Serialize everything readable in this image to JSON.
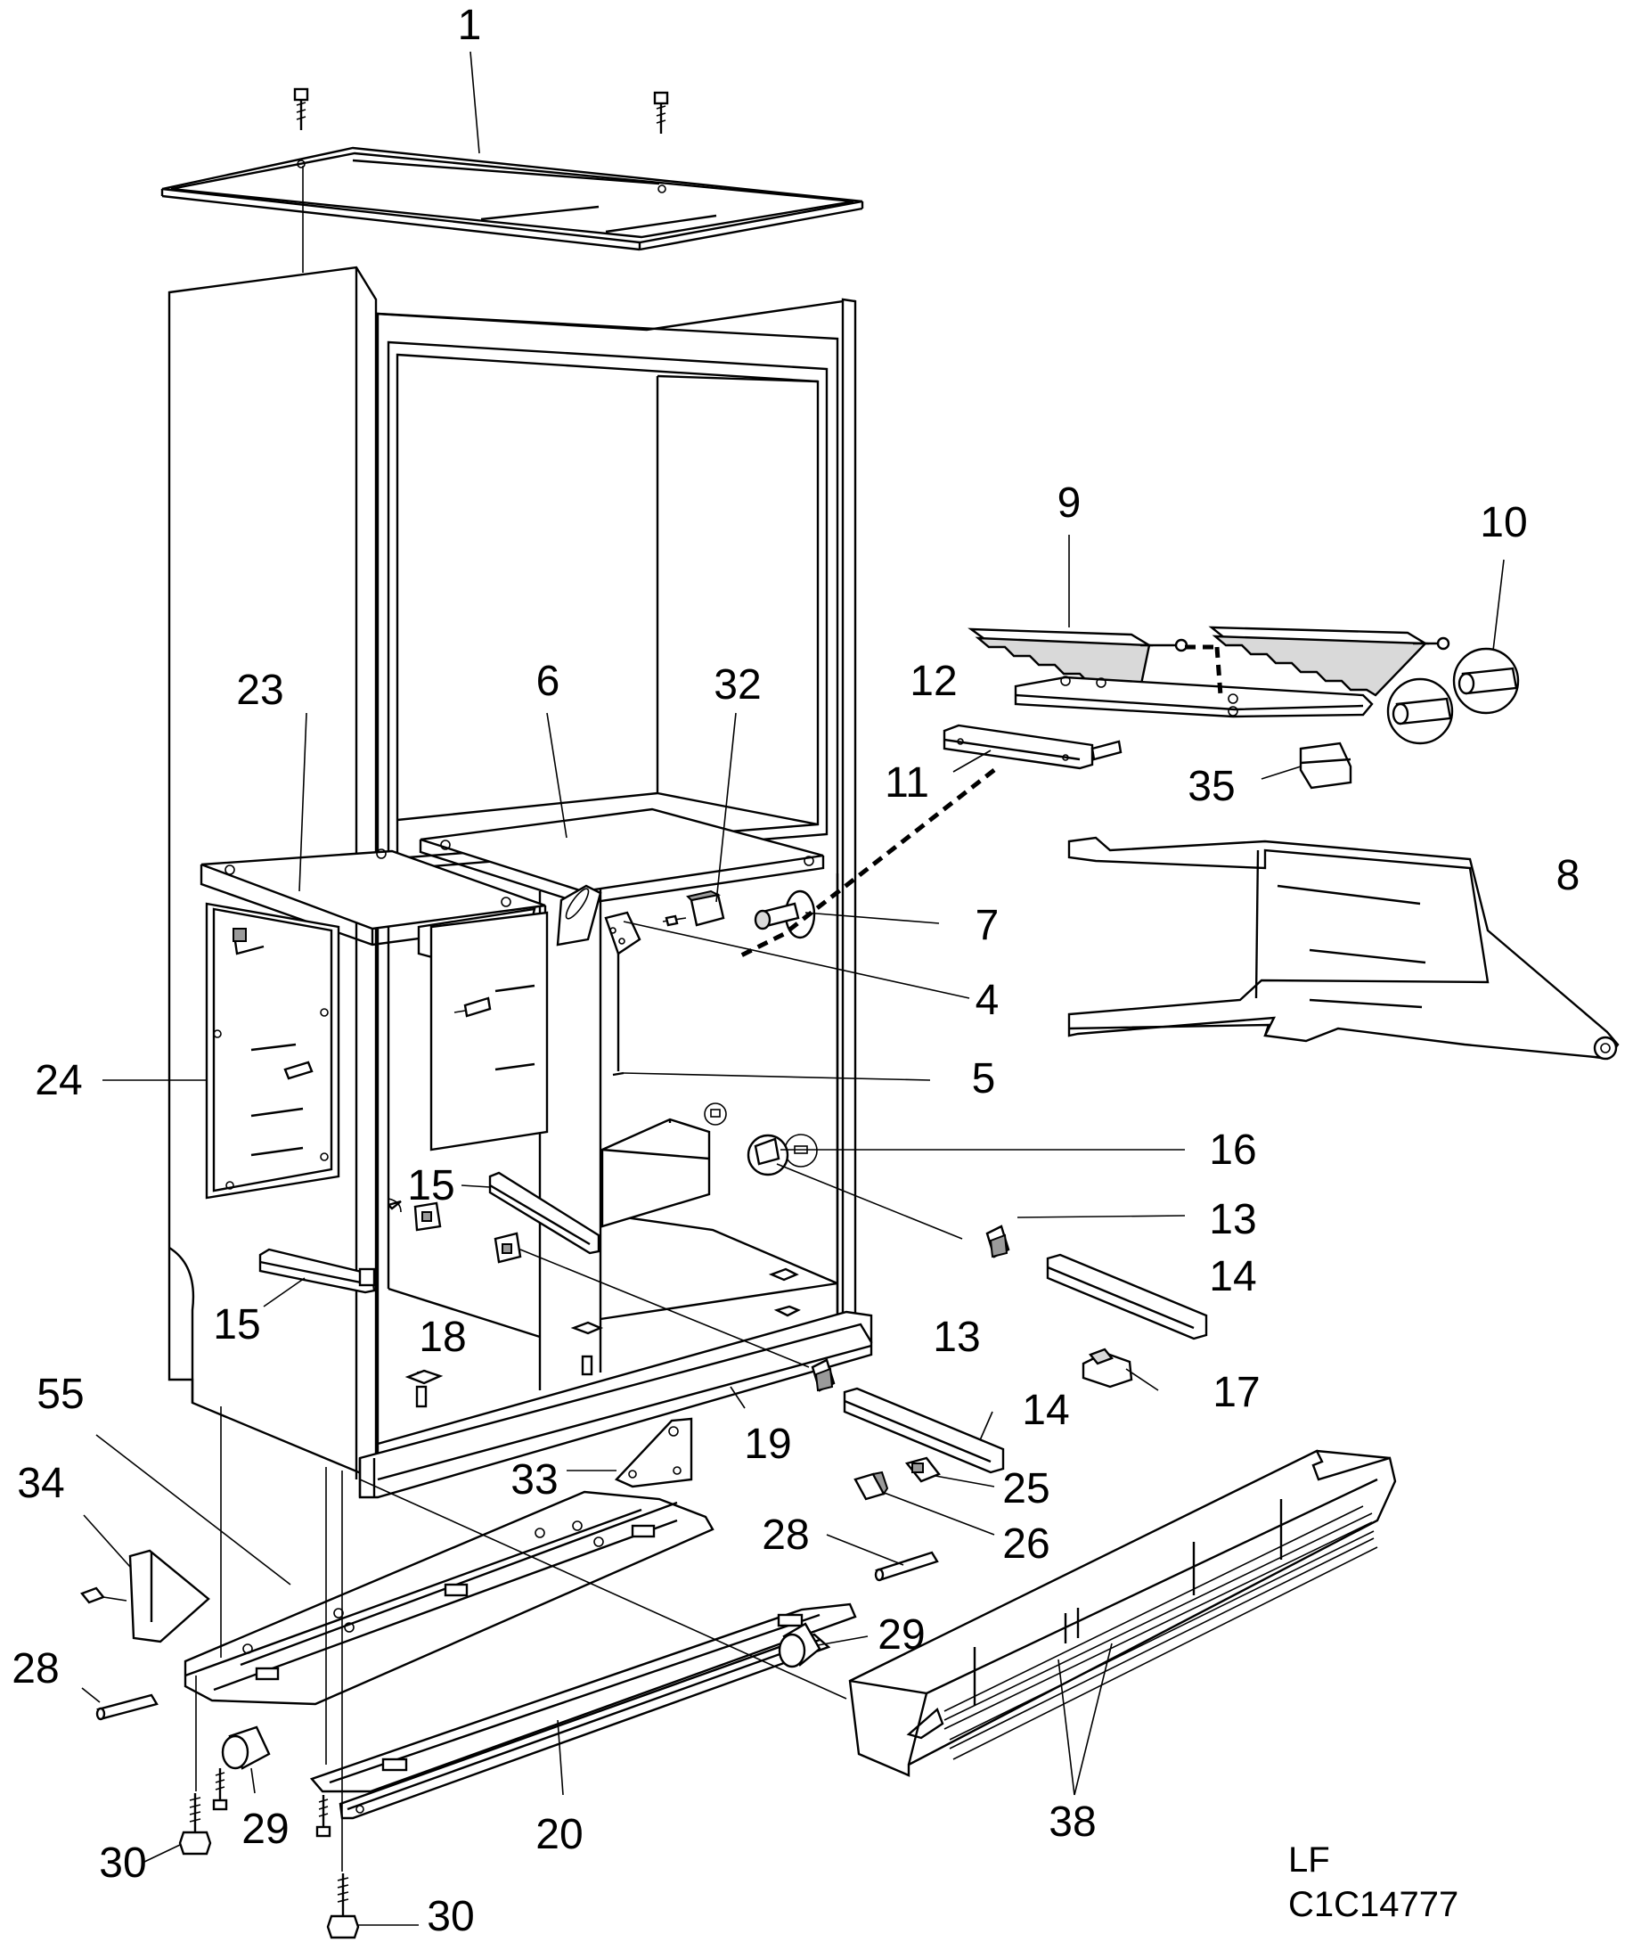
{
  "diagram": {
    "callouts": [
      {
        "id": "c1",
        "label": "1"
      },
      {
        "id": "c23",
        "label": "23"
      },
      {
        "id": "c6",
        "label": "6"
      },
      {
        "id": "c32",
        "label": "32"
      },
      {
        "id": "c9",
        "label": "9"
      },
      {
        "id": "c10",
        "label": "10"
      },
      {
        "id": "c12",
        "label": "12"
      },
      {
        "id": "c11",
        "label": "11"
      },
      {
        "id": "c35",
        "label": "35"
      },
      {
        "id": "c8",
        "label": "8"
      },
      {
        "id": "c7",
        "label": "7"
      },
      {
        "id": "c4",
        "label": "4"
      },
      {
        "id": "c24",
        "label": "24"
      },
      {
        "id": "c5",
        "label": "5"
      },
      {
        "id": "c16",
        "label": "16"
      },
      {
        "id": "c15a",
        "label": "15"
      },
      {
        "id": "c13a",
        "label": "13"
      },
      {
        "id": "c14a",
        "label": "14"
      },
      {
        "id": "c15b",
        "label": "15"
      },
      {
        "id": "c18",
        "label": "18"
      },
      {
        "id": "c13b",
        "label": "13"
      },
      {
        "id": "c17",
        "label": "17"
      },
      {
        "id": "c55",
        "label": "55"
      },
      {
        "id": "c14b",
        "label": "14"
      },
      {
        "id": "c19",
        "label": "19"
      },
      {
        "id": "c34",
        "label": "34"
      },
      {
        "id": "c33",
        "label": "33"
      },
      {
        "id": "c25",
        "label": "25"
      },
      {
        "id": "c28a",
        "label": "28"
      },
      {
        "id": "c26",
        "label": "26"
      },
      {
        "id": "c28b",
        "label": "28"
      },
      {
        "id": "c29a",
        "label": "29"
      },
      {
        "id": "c29b",
        "label": "29"
      },
      {
        "id": "c20",
        "label": "20"
      },
      {
        "id": "c38",
        "label": "38"
      },
      {
        "id": "c30a",
        "label": "30"
      },
      {
        "id": "c30b",
        "label": "30"
      }
    ],
    "reference_lines": [
      "LF",
      "C1C14777"
    ]
  }
}
